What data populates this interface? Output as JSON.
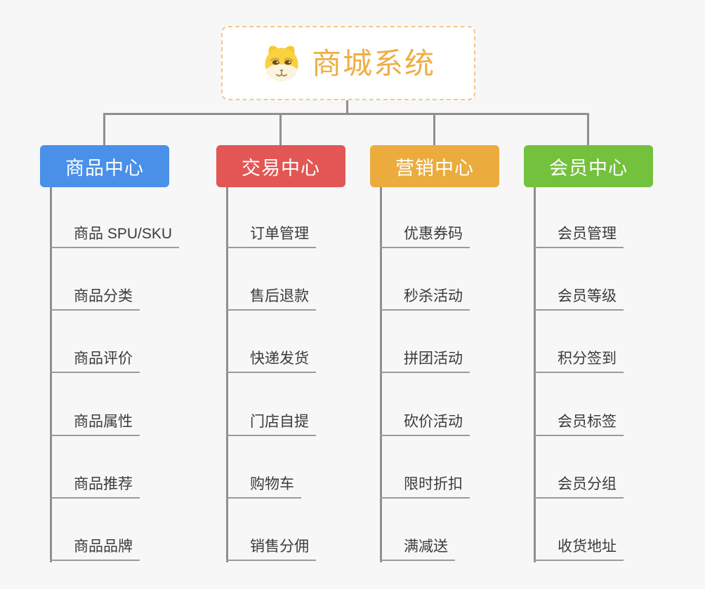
{
  "page": {
    "background": "#f7f7f8",
    "connector_color": "#8f8f8f"
  },
  "root": {
    "title": "商城系统",
    "icon": "doge-icon",
    "text_color": "#efae43",
    "border_color": "#f3c988"
  },
  "branches": [
    {
      "label": "商品中心",
      "color": "#4a90e8",
      "items": [
        "商品 SPU/SKU",
        "商品分类",
        "商品评价",
        "商品属性",
        "商品推荐",
        "商品品牌"
      ]
    },
    {
      "label": "交易中心",
      "color": "#e25755",
      "items": [
        "订单管理",
        "售后退款",
        "快递发货",
        "门店自提",
        "购物车",
        "销售分佣"
      ]
    },
    {
      "label": "营销中心",
      "color": "#ebac3d",
      "items": [
        "优惠券码",
        "秒杀活动",
        "拼团活动",
        "砍价活动",
        "限时折扣",
        "满减送"
      ]
    },
    {
      "label": "会员中心",
      "color": "#74c13e",
      "items": [
        "会员管理",
        "会员等级",
        "积分签到",
        "会员标签",
        "会员分组",
        "收货地址"
      ]
    }
  ]
}
